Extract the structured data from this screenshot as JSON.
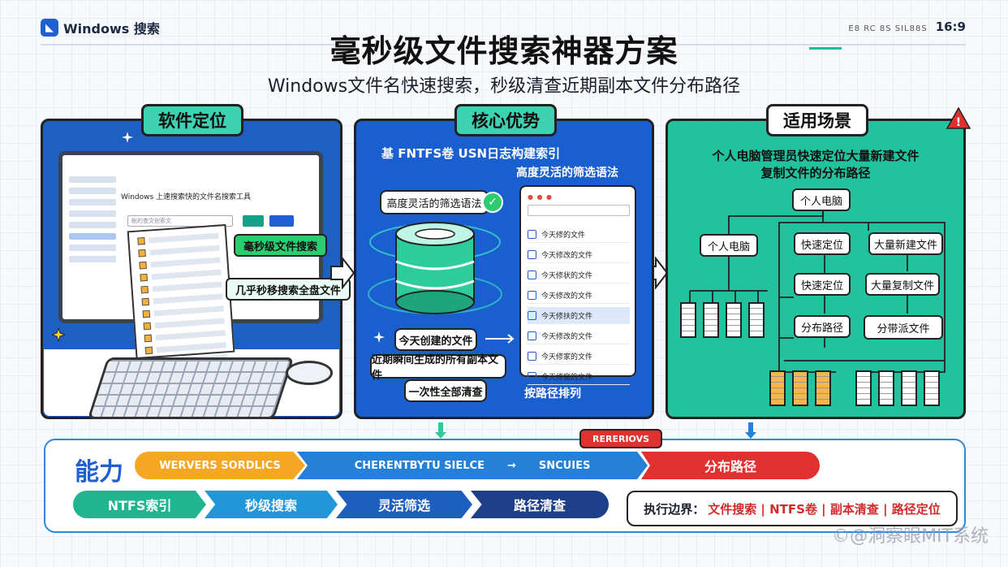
{
  "brand": {
    "name": "Windows 搜索"
  },
  "top_right": {
    "small": "E8 RC 8S SIL88S",
    "ratio": "16:9"
  },
  "title": "毫秒级文件搜索神器方案",
  "subtitle": "Windows文件名快速搜索，秒级清查近期副本文件分布路径",
  "panels": {
    "software": {
      "tag": "软件定位",
      "app_title": "Windows 上速搜索快的文件名搜索工具",
      "search_placeholder": "帐的查文创索文",
      "bubble1": "毫秒级文件搜索",
      "bubble2": "几乎秒移搜索全盘文件"
    },
    "advantage": {
      "tag": "核心优势",
      "heading1": "基 FNTFS卷 USN日志构建索引",
      "heading2": "高度灵活的筛选语法",
      "card_filter": "高度灵活的筛选语法",
      "card_today": "今天创建的文件",
      "card_recent": "近期瞬间生成的所有副本文件",
      "card_once": "一次性全部清查",
      "sort_label": "按路径排列",
      "file_items": [
        "今天修的文件",
        "今天修改的文件",
        "今天修状的文件",
        "今天修改的文件",
        "今天修扶的文件",
        "今天修改的文件",
        "今天修家的文件",
        "今天修窗的文件"
      ]
    },
    "scenario": {
      "tag": "适用场景",
      "desc_line1": "个人电脑管理员快速定位大量新建文件",
      "desc_line2": "复制文件的分布路径",
      "nodes": {
        "root": "个人电脑",
        "left": "个人电脑",
        "locate1": "快速定位",
        "new_files": "大量新建文件",
        "locate2": "快速定位",
        "copy_files": "大量复制文件",
        "dist_path": "分布路径",
        "dist_files": "分带派文件"
      }
    }
  },
  "capability": {
    "label": "能力",
    "seg1": "WERVERS SORDLICS",
    "seg2a": "CHERENTBYTU SIELCE",
    "seg2b": "→",
    "seg2c": "SNCUIES",
    "seg3": "分布路径",
    "ref_tag": "RERERIOVS",
    "pills": [
      "NTFS索引",
      "秒级搜索",
      "灵活筛选",
      "路径清查"
    ],
    "exec_label": "执行边界：",
    "exec_values": "文件搜索 | NTFS卷 | 副本清查 | 路径定位"
  },
  "watermark": "©@洞察眼MIT系统",
  "colors": {
    "blue": "#1f5fd1",
    "teal": "#22c29e",
    "red": "#e0302f",
    "orange": "#f5a623"
  }
}
